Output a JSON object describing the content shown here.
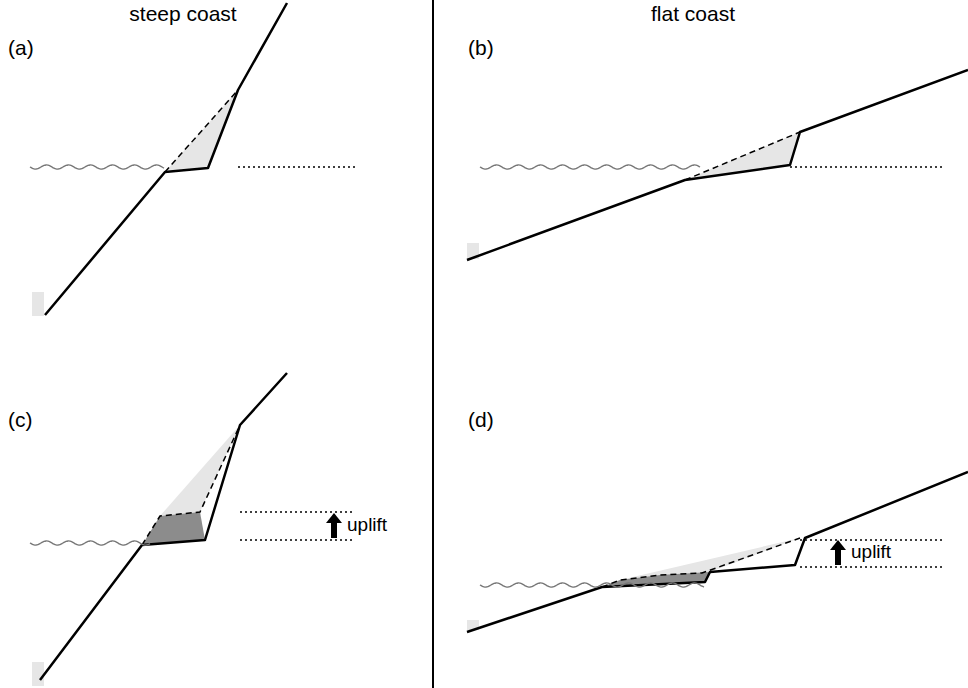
{
  "diagram": {
    "labels": [
      "steep coast",
      "flat coast",
      "(a)",
      "(b)",
      "(c)",
      "uplift",
      "(d)",
      "uplift"
    ]
  }
}
